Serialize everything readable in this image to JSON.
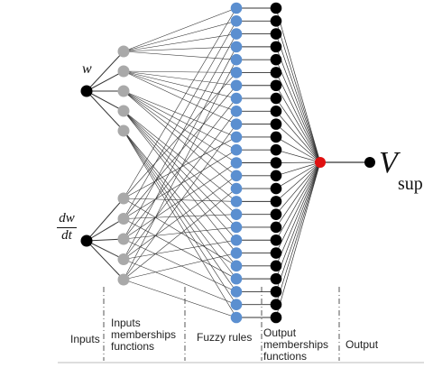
{
  "diagram": {
    "inputs": {
      "w": "w",
      "dwdt_num": "dw",
      "dwdt_den": "dt"
    },
    "output": {
      "symbol": "V",
      "subscript": "sup"
    },
    "layers": {
      "inputs": "Inputs",
      "input_mf": "Inputs\nmemberships\nfunctions",
      "rules": "Fuzzy rules",
      "output_mf": "Output\nmemberships\nfunctions",
      "output": "Output"
    },
    "counts": {
      "input_mf_per_input": 5,
      "rules": 25,
      "output_mf": 25
    },
    "colors": {
      "input_node": "#000000",
      "input_mf_node": "#a9a9a9",
      "rule_node": "#5b8fd0",
      "output_mf_node": "#000000",
      "output_node": "#e01010",
      "final_node": "#000000",
      "edge": "#333333"
    }
  }
}
